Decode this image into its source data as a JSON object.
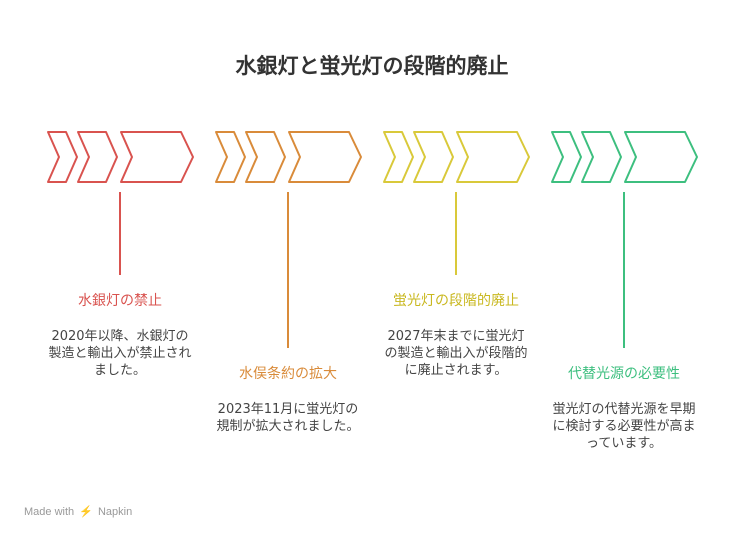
{
  "title": "水銀灯と蛍光灯の段階的廃止",
  "steps": [
    {
      "label": "水銀灯の禁止",
      "text": "2020年以降、水銀灯の製造と輸出入が禁止されました。",
      "color": "#d9534f"
    },
    {
      "label": "水俣条約の拡大",
      "text": "2023年11月に蛍光灯の規制が拡大されました。",
      "color": "#d98b3a"
    },
    {
      "label": "蛍光灯の段階的廃止",
      "text": "2027年末までに蛍光灯の製造と輸出入が段階的に廃止されます。",
      "color": "#d9c93a"
    },
    {
      "label": "代替光源の必要性",
      "text": "蛍光灯の代替光源を早期に検討する必要性が高まっています。",
      "color": "#3dbf7f"
    }
  ],
  "footer": {
    "made_with": "Made with",
    "brand": "Napkin",
    "icon": "napkin-logo-icon"
  }
}
